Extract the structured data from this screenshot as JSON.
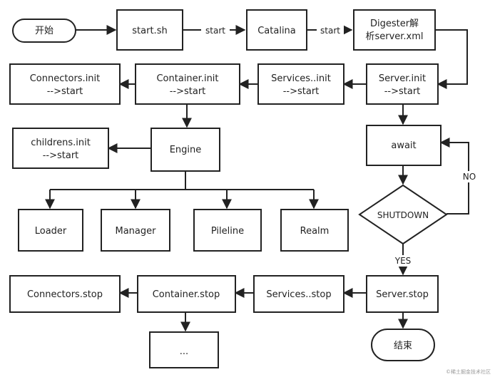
{
  "nodes": {
    "start_terminal": "开始",
    "start_sh": "start.sh",
    "catalina": "Catalina",
    "digester_line1": "Digester解",
    "digester_line2": "析server.xml",
    "server_init_line1": "Server.init",
    "server_init_line2": "-->start",
    "services_init_line1": "Services..init",
    "services_init_line2": "-->start",
    "container_init_line1": "Container.init",
    "container_init_line2": "-->start",
    "connectors_init_line1": "Connectors.init",
    "connectors_init_line2": "-->start",
    "await": "await",
    "engine": "Engine",
    "childrens_init_line1": "childrens.init",
    "childrens_init_line2": "-->start",
    "loader": "Loader",
    "manager": "Manager",
    "pipeline": "Pileline",
    "realm": "Realm",
    "shutdown": "SHUTDOWN",
    "server_stop": "Server.stop",
    "services_stop": "Services..stop",
    "container_stop": "Container.stop",
    "connectors_stop": "Connectors.stop",
    "ellipsis": "...",
    "end_terminal": "结束"
  },
  "edge_labels": {
    "start_sh_to_catalina": "start",
    "catalina_to_digester": "start",
    "no": "NO",
    "yes": "YES"
  },
  "watermark": "©稀土掘金技术社区"
}
